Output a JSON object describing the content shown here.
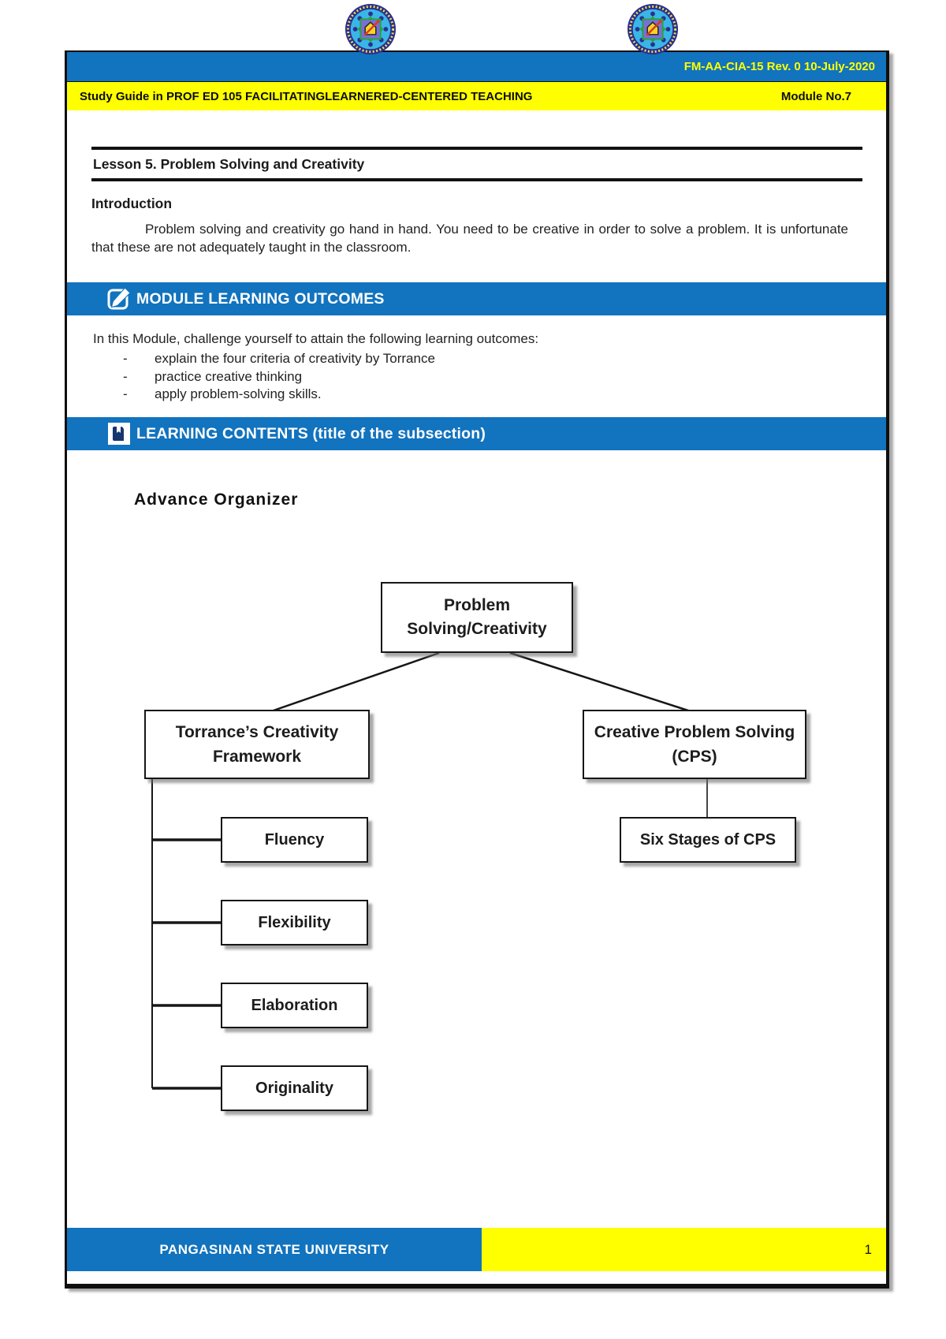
{
  "doc": {
    "header": {
      "form_code": "FM-AA-CIA-15 Rev. 0 10-July-2020",
      "course_title": "Study Guide in PROF ED 105 FACILITATINGLEARNERED-CENTERED TEACHING",
      "module_no": "Module No.7"
    },
    "lesson_title": "Lesson 5. Problem Solving and Creativity",
    "introduction": {
      "heading": "Introduction",
      "body": "Problem solving and creativity go hand in hand. You need to be creative in order to solve a problem. It is unfortunate that these are not adequately taught in the classroom."
    },
    "module_learning_outcomes": {
      "banner_label": "MODULE LEARNING OUTCOMES",
      "icon": "pencil-compose-icon",
      "intro": "In this Module, challenge yourself to attain the following learning outcomes:",
      "bullet_char": "-",
      "items": [
        "explain the four criteria of creativity by Torrance",
        "practice creative thinking",
        "apply problem-solving skills."
      ]
    },
    "learning_contents": {
      "banner_label": "LEARNING CONTENTS (title of the subsection)",
      "icon": "book-icon",
      "section_heading": "Advance Organizer"
    },
    "diagram": {
      "root": "Problem Solving/Creativity",
      "left_branch": "Torrance’s Creativity Framework",
      "right_branch": "Creative Problem Solving (CPS)",
      "left_children": [
        "Fluency",
        "Flexibility",
        "Elaboration",
        "Originality"
      ],
      "right_children": [
        "Six Stages of CPS"
      ]
    },
    "footer": {
      "university": "PANGASINAN STATE UNIVERSITY",
      "page_number": "1"
    },
    "colors": {
      "brand_blue": "#1273BE",
      "brand_yellow": "#FFFF00"
    }
  }
}
